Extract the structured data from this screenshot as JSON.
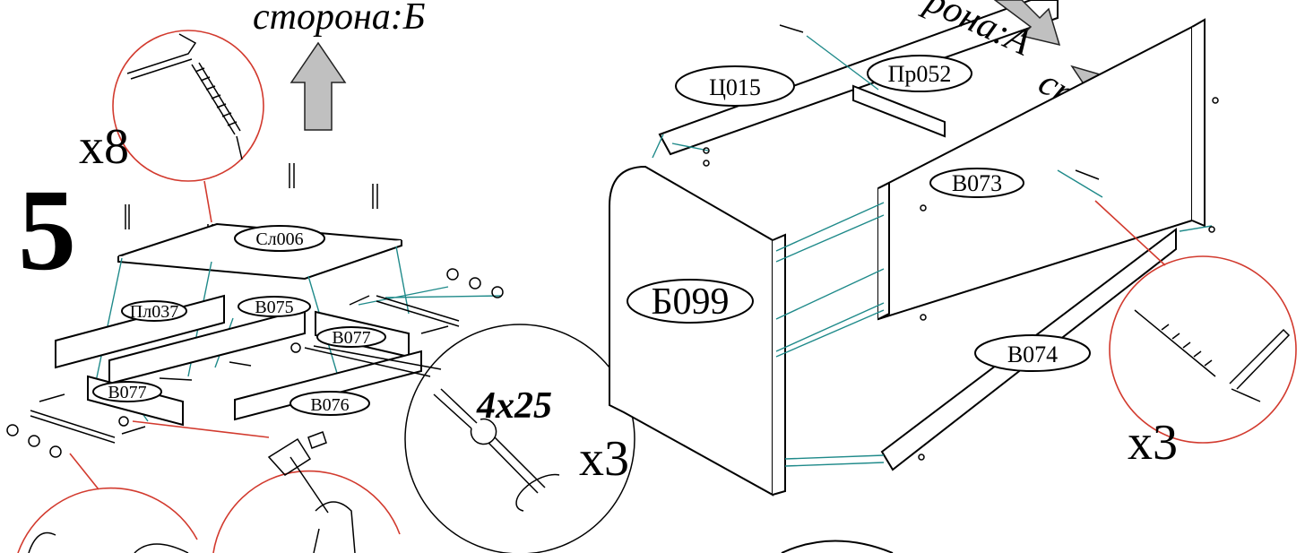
{
  "step_number": "5",
  "side_label_top": "сторона:Б",
  "side_label_right_a": "рона:А",
  "side_label_right_b": "сторона:Б",
  "screw_size": "4x25",
  "counts": {
    "dowel_top": "x8",
    "screw_middle": "x3",
    "dowel_right": "x3"
  },
  "parts": {
    "sl006": "Сл006",
    "pl037": "Пл037",
    "v075": "В075",
    "v077_right": "В077",
    "v077_left": "В077",
    "v076": "В076",
    "ts015": "Ц015",
    "pr052": "Пр052",
    "v073": "В073",
    "b099": "Б099",
    "v074": "В074"
  },
  "colors": {
    "guide_line": "#1f8a8a",
    "callout_line": "#d23a2e",
    "arrow_fill": "#c0c0c0"
  }
}
